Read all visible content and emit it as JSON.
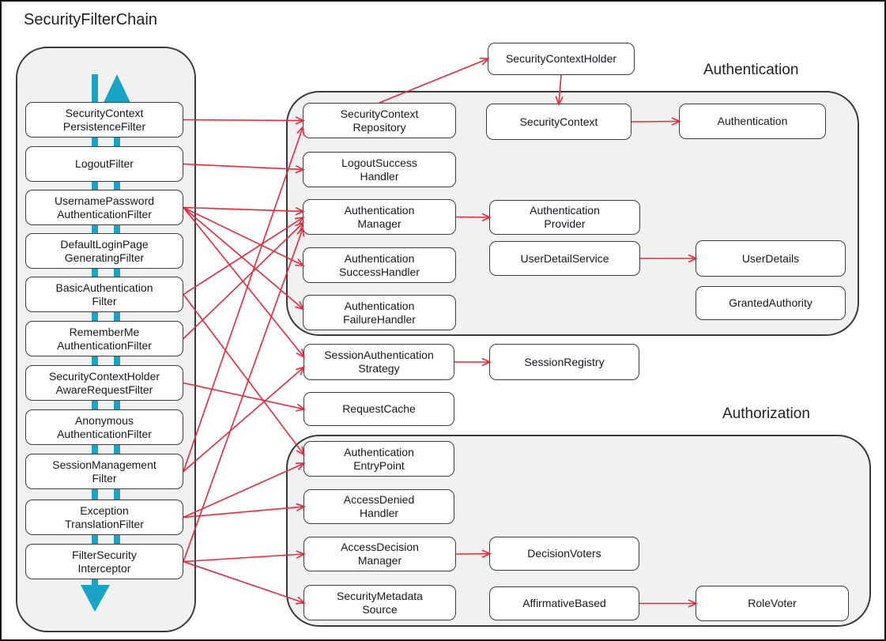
{
  "diagram": {
    "title": "SecurityFilterChain",
    "groups": {
      "authentication_label": "Authentication",
      "authorization_label": "Authorization"
    },
    "colors": {
      "arrow_red": "#ea2839",
      "flow_teal": "#18a4c4",
      "container_fill": "#f1f1f1",
      "box_border": "#3d3d3d"
    },
    "nodes": {
      "securityContextPersistenceFilter": "SecurityContext\nPersistenceFilter",
      "logoutFilter": "LogoutFilter",
      "usernamePasswordAuthenticationFilter": "UsernamePassword\nAuthenticationFilter",
      "defaultLoginPageGeneratingFilter": "DefaultLoginPage\nGeneratingFilter",
      "basicAuthenticationFilter": "BasicAuthentication\nFilter",
      "rememberMeAuthenticationFilter": "RememberMe\nAuthenticationFilter",
      "securityContextHolderAwareRequestFilter": "SecurityContextHolder\nAwareRequestFilter",
      "anonymousAuthenticationFilter": "Anonymous\nAuthenticationFilter",
      "sessionManagementFilter": "SessionManagement\nFilter",
      "exceptionTranslationFilter": "Exception\nTranslationFilter",
      "filterSecurityInterceptor": "FilterSecurity\nInterceptor",
      "securityContextHolder": "SecurityContextHolder",
      "securityContext": "SecurityContext",
      "authentication": "Authentication",
      "securityContextRepository": "SecurityContext\nRepository",
      "logoutSuccessHandler": "LogoutSuccess\nHandler",
      "authenticationManager": "Authentication\nManager",
      "authenticationProvider": "Authentication\nProvider",
      "authenticationSuccessHandler": "Authentication\nSuccessHandler",
      "userDetailService": "UserDetailService",
      "userDetails": "UserDetails",
      "authenticationFailureHandler": "Authentication\nFailureHandler",
      "grantedAuthority": "GrantedAuthority",
      "sessionAuthenticationStrategy": "SessionAuthentication\nStrategy",
      "sessionRegistry": "SessionRegistry",
      "requestCache": "RequestCache",
      "authenticationEntryPoint": "Authentication\nEntryPoint",
      "accessDeniedHandler": "AccessDenied\nHandler",
      "accessDecisionManager": "AccessDecision\nManager",
      "decisionVoters": "DecisionVoters",
      "securityMetadataSource": "SecurityMetadata\nSource",
      "affirmativeBased": "AffirmativeBased",
      "roleVoter": "RoleVoter"
    },
    "edges": [
      {
        "from": "securityContextPersistenceFilter",
        "to": "securityContextRepository"
      },
      {
        "from": "securityContextRepository",
        "to": "securityContextHolder",
        "fromSide": "top",
        "toSide": "left"
      },
      {
        "from": "securityContextHolder",
        "to": "securityContext",
        "fromSide": "bottom",
        "toSide": "top"
      },
      {
        "from": "securityContext",
        "to": "authentication"
      },
      {
        "from": "logoutFilter",
        "to": "logoutSuccessHandler"
      },
      {
        "from": "usernamePasswordAuthenticationFilter",
        "to": "authenticationManager",
        "toDy": -7
      },
      {
        "from": "usernamePasswordAuthenticationFilter",
        "to": "authenticationSuccessHandler"
      },
      {
        "from": "usernamePasswordAuthenticationFilter",
        "to": "authenticationFailureHandler",
        "toDy": -5
      },
      {
        "from": "usernamePasswordAuthenticationFilter",
        "to": "sessionAuthenticationStrategy",
        "toDy": -7
      },
      {
        "from": "authenticationManager",
        "to": "authenticationProvider"
      },
      {
        "from": "userDetailService",
        "to": "userDetails"
      },
      {
        "from": "basicAuthenticationFilter",
        "to": "authenticationManager",
        "toDy": 1
      },
      {
        "from": "basicAuthenticationFilter",
        "to": "authenticationEntryPoint",
        "toDy": -6
      },
      {
        "from": "rememberMeAuthenticationFilter",
        "to": "authenticationManager",
        "toDy": 8
      },
      {
        "from": "sessionManagementFilter",
        "to": "securityContextRepository",
        "toDy": 9
      },
      {
        "from": "sessionManagementFilter",
        "to": "sessionAuthenticationStrategy",
        "toDy": 7
      },
      {
        "from": "sessionAuthenticationStrategy",
        "to": "sessionRegistry"
      },
      {
        "from": "exceptionTranslationFilter",
        "to": "authenticationEntryPoint",
        "toDy": 6
      },
      {
        "from": "exceptionTranslationFilter",
        "to": "accessDeniedHandler"
      },
      {
        "from": "securityContextHolderAwareRequestFilter",
        "to": "requestCache"
      },
      {
        "from": "filterSecurityInterceptor",
        "to": "authenticationManager",
        "toDy": 15
      },
      {
        "from": "filterSecurityInterceptor",
        "to": "accessDecisionManager"
      },
      {
        "from": "filterSecurityInterceptor",
        "to": "securityMetadataSource"
      },
      {
        "from": "accessDecisionManager",
        "to": "decisionVoters"
      },
      {
        "from": "affirmativeBased",
        "to": "roleVoter"
      }
    ]
  }
}
